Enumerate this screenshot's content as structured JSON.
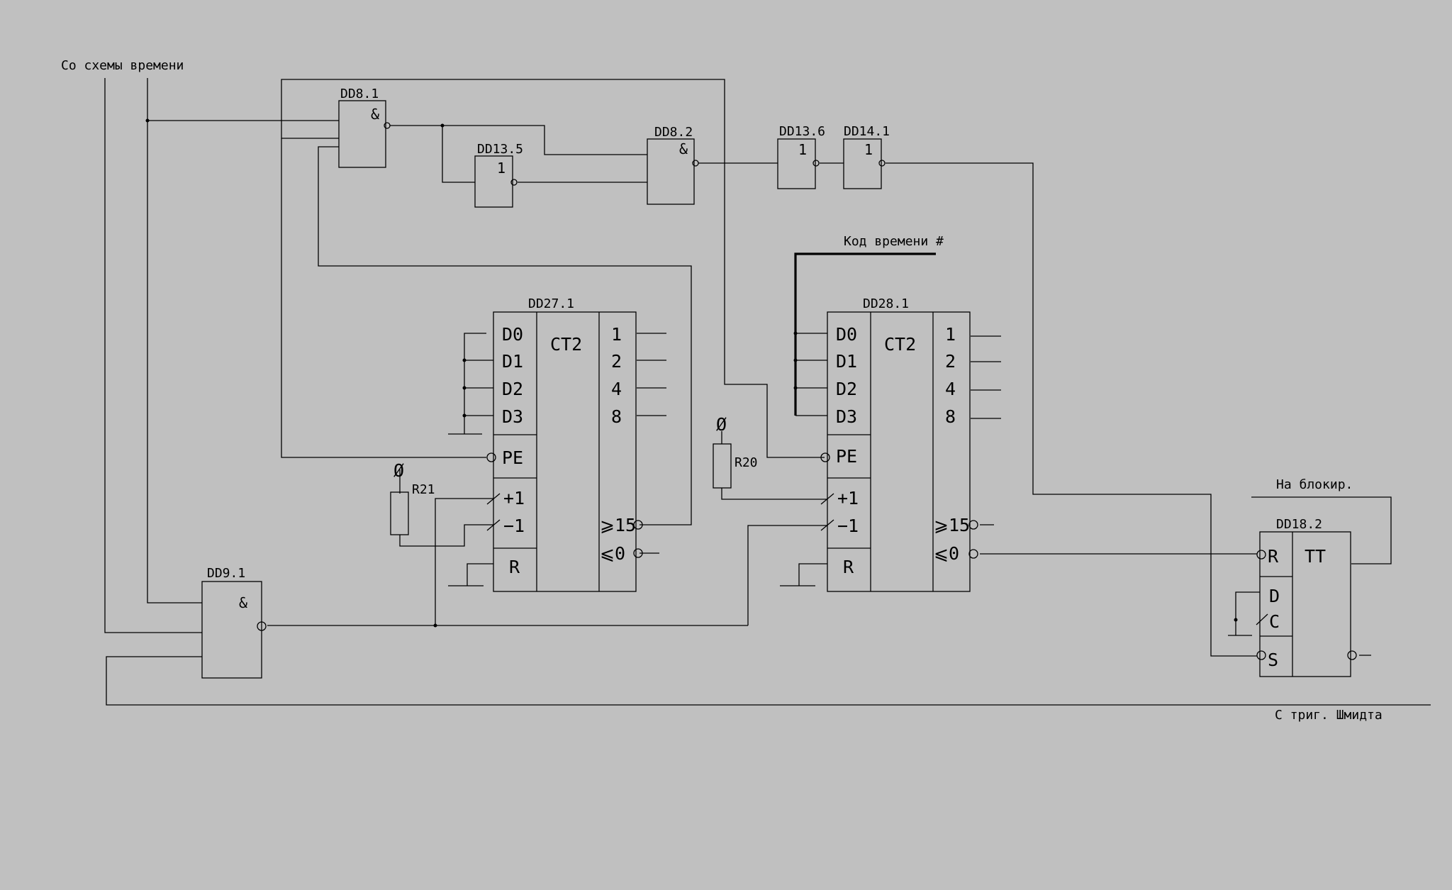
{
  "diagram": {
    "bg_color": "#c0c0c0",
    "line_color": "#000000",
    "notes": {
      "timing_in": "Со схемы времени",
      "time_code": "Код времени #",
      "block_out": "На блокир.",
      "schmitt_in": "С триг. Шмидта"
    },
    "gates": {
      "dd8_1": {
        "name": "DD8.1",
        "sym": "&"
      },
      "dd8_2": {
        "name": "DD8.2",
        "sym": "&"
      },
      "dd13_5": {
        "name": "DD13.5",
        "sym": "1"
      },
      "dd13_6": {
        "name": "DD13.6",
        "sym": "1"
      },
      "dd14_1": {
        "name": "DD14.1",
        "sym": "1"
      },
      "dd9_1": {
        "name": "DD9.1",
        "sym": "&"
      }
    },
    "counter1": {
      "name": "DD27.1",
      "type": "CT2",
      "d0": "D0",
      "d1": "D1",
      "d2": "D2",
      "d3": "D3",
      "q1": "1",
      "q2": "2",
      "q4": "4",
      "q8": "8",
      "pe": "PE",
      "up": "+1",
      "down": "−1",
      "r": "R",
      "ge15": "⩾15",
      "le0": "⩽0"
    },
    "counter2": {
      "name": "DD28.1",
      "type": "CT2",
      "d0": "D0",
      "d1": "D1",
      "d2": "D2",
      "d3": "D3",
      "q1": "1",
      "q2": "2",
      "q4": "4",
      "q8": "8",
      "pe": "PE",
      "up": "+1",
      "down": "−1",
      "r": "R",
      "ge15": "⩾15",
      "le0": "⩽0"
    },
    "flipflop": {
      "name": "DD18.2",
      "type": "TT",
      "r": "R",
      "d": "D",
      "c": "C",
      "s": "S"
    },
    "resistors": {
      "r21": {
        "name": "R21",
        "supply": "Ø"
      },
      "r20": {
        "name": "R20",
        "supply": "Ø"
      }
    }
  }
}
